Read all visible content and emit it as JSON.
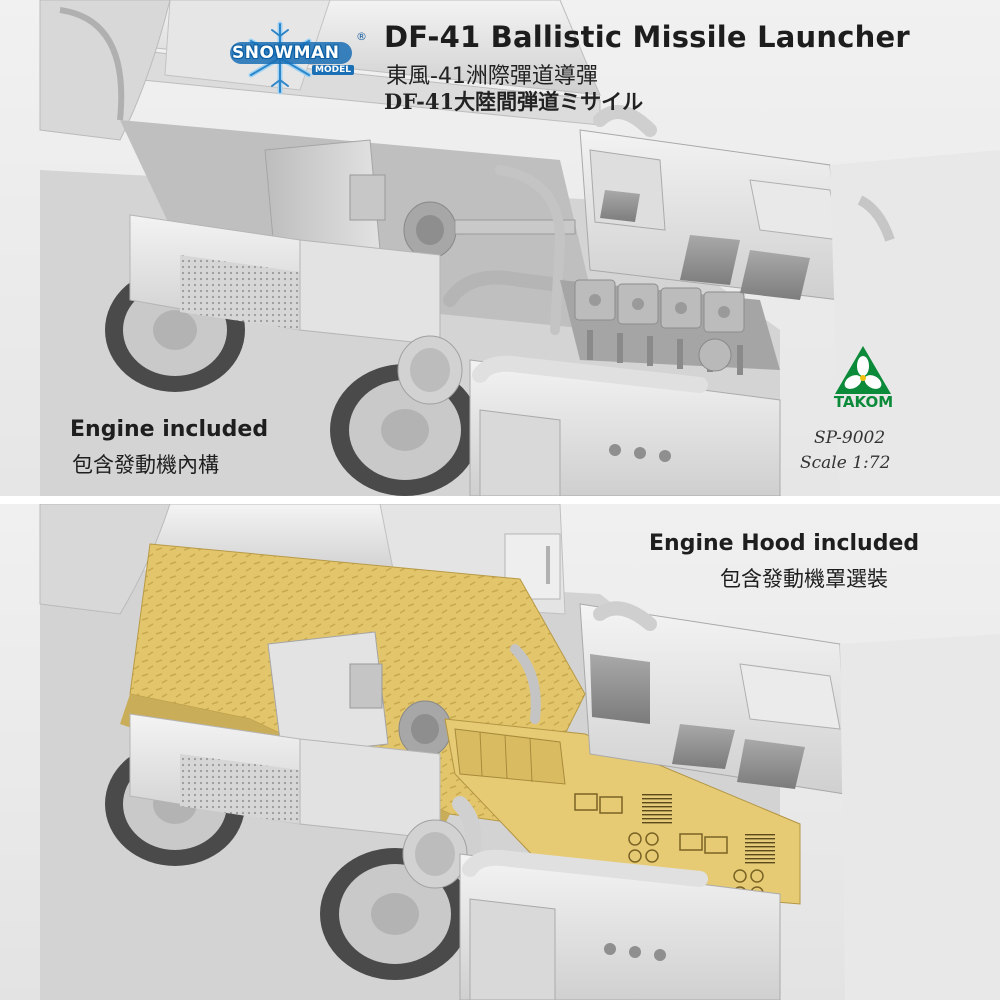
{
  "header": {
    "title": "DF-41 Ballistic Missile Launcher",
    "subtitle_cn": "東風-41洲際彈道導彈",
    "subtitle_jp": "DF-41大陸間弾道ミサイル"
  },
  "brand": {
    "name": "SNOWMAN",
    "sub": "MODEL",
    "registered_mark": "®",
    "icon": "snowflake-icon",
    "color": "#1a6fb5"
  },
  "maker": {
    "name": "TAKOM",
    "icon": "takom-leaf-icon",
    "color": "#0b8a3a"
  },
  "product": {
    "code": "SP-9002",
    "scale": "Scale 1:72"
  },
  "panels": [
    {
      "label_en": "Engine included",
      "label_cn": "包含發動機內構"
    },
    {
      "label_en": "Engine Hood included",
      "label_cn": "包含發動機罩選裝"
    }
  ],
  "colors": {
    "model_grey": "#d9d9d9",
    "photo_etch": "#e0c46a"
  }
}
